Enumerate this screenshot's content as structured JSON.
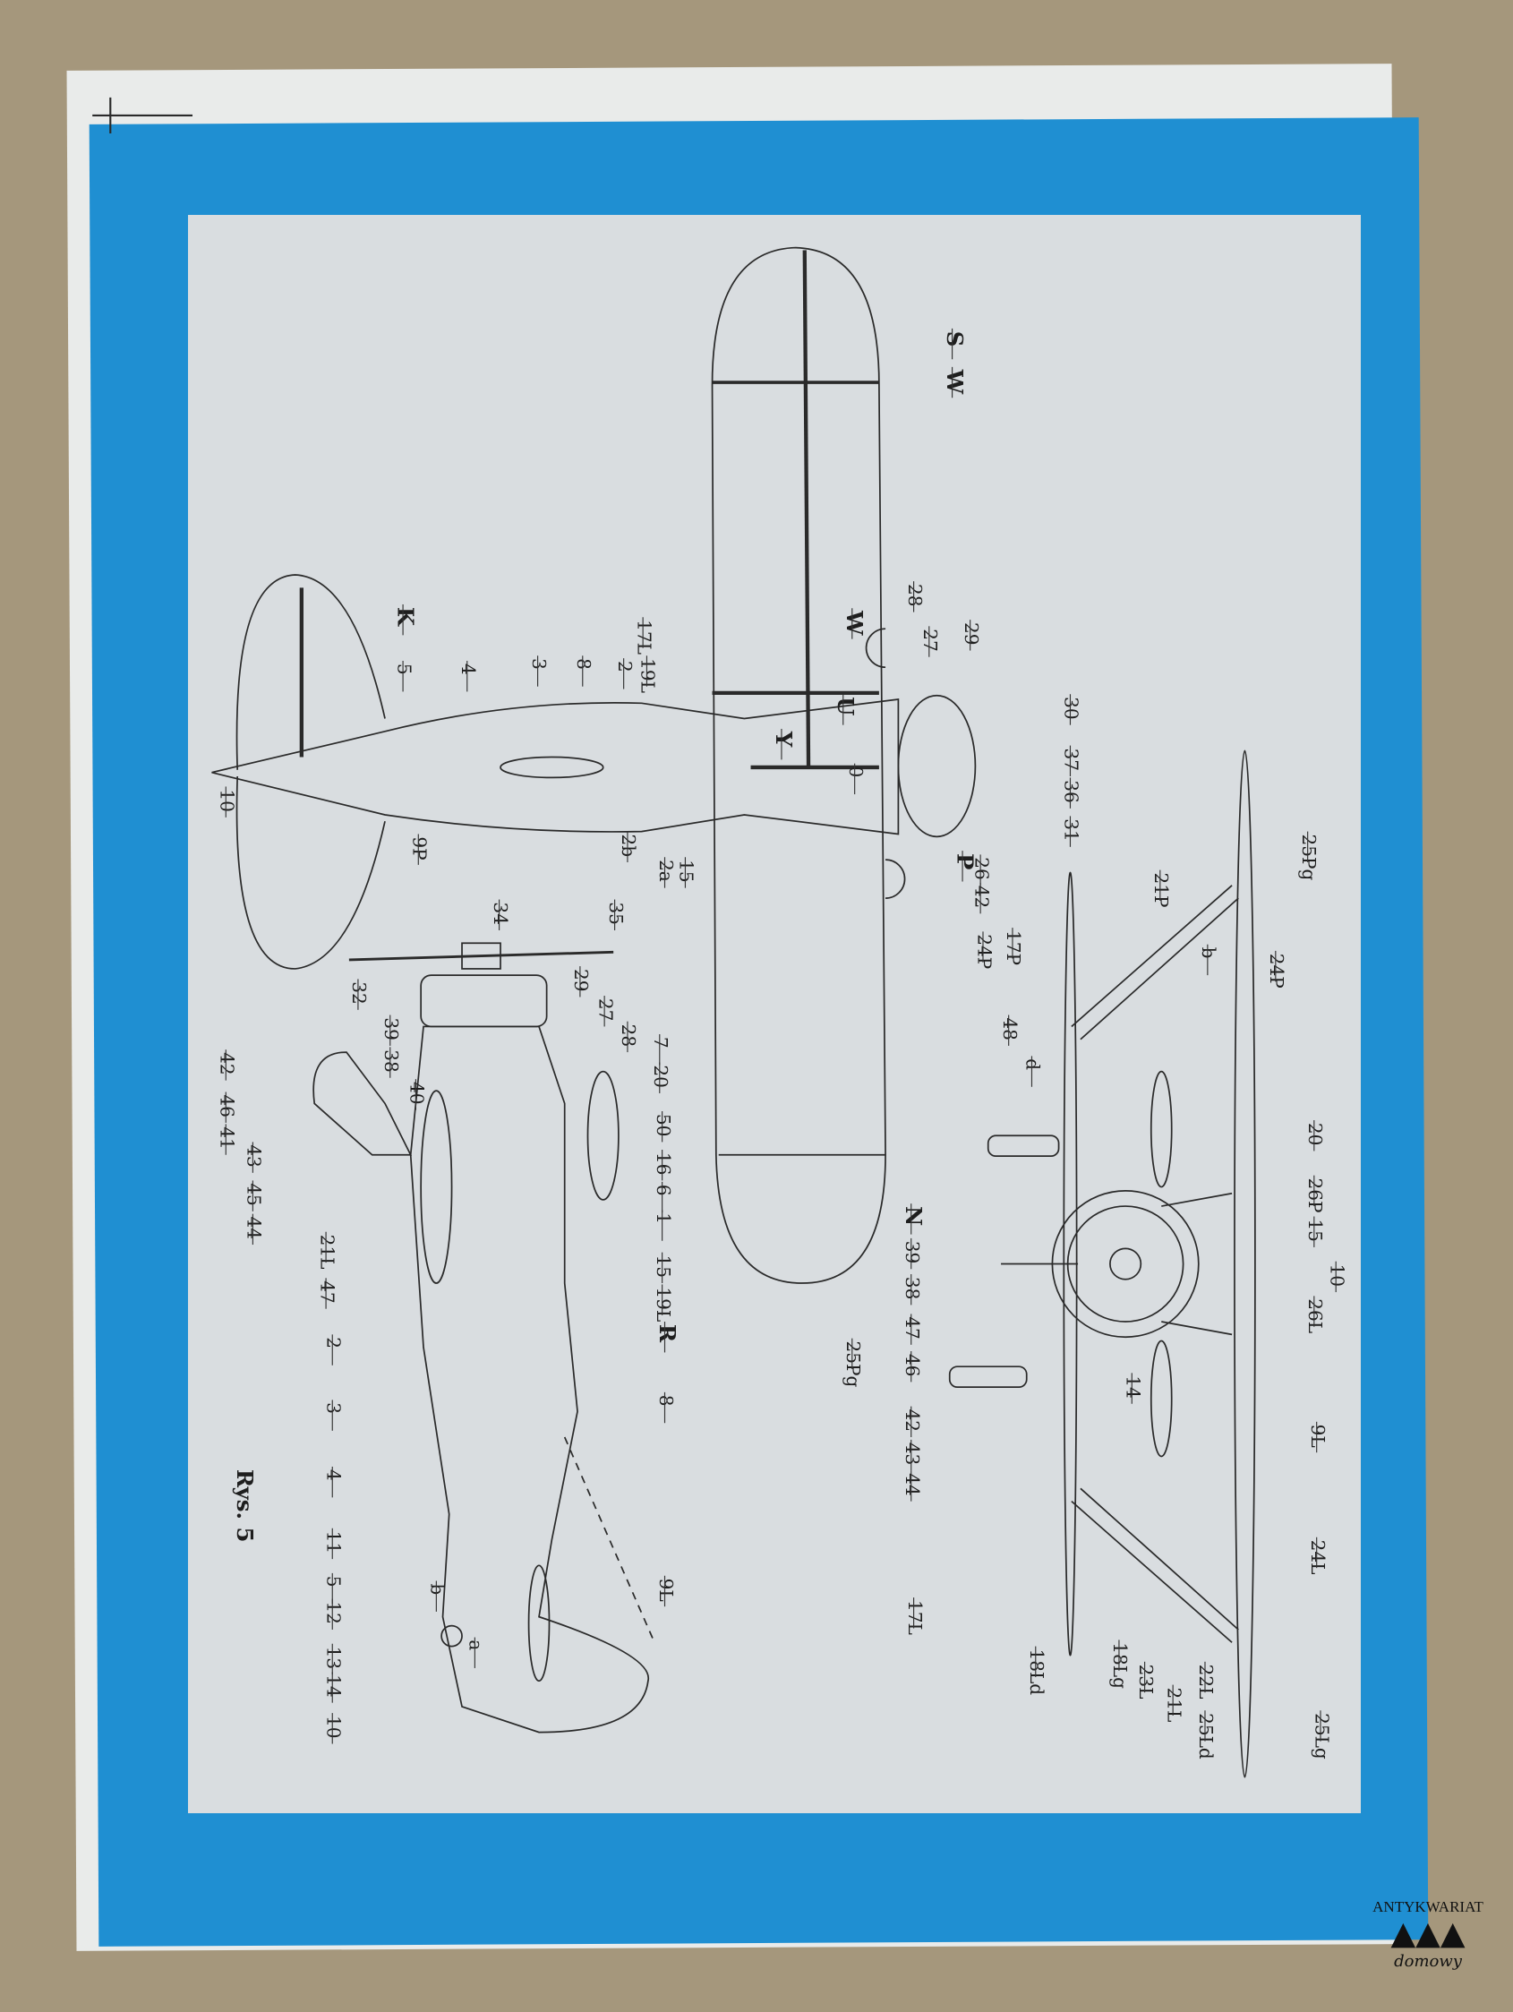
{
  "figure_caption": "Rys. 5",
  "labels": [
    "S",
    "W",
    "28",
    "29",
    "27",
    "W",
    "30",
    "37",
    "36",
    "31",
    "26",
    "42",
    "P",
    "17P",
    "24P",
    "25Pg",
    "Y",
    "U",
    "0",
    "K",
    "5",
    "4",
    "3",
    "8",
    "2",
    "17L",
    "19L",
    "2b",
    "2a",
    "15",
    "10",
    "9P",
    "34",
    "35",
    "32",
    "29",
    "27",
    "39",
    "38",
    "28",
    "7",
    "20",
    "40",
    "50",
    "16",
    "6",
    "1",
    "15",
    "19L",
    "R",
    "8",
    "9L",
    "42",
    "46",
    "41",
    "43",
    "45",
    "44",
    "21L",
    "47",
    "2",
    "3",
    "4",
    "11",
    "5",
    "12",
    "13",
    "14",
    "10",
    "b",
    "a",
    "21P",
    "b",
    "25Pg",
    "24P",
    "48",
    "d",
    "20",
    "26P",
    "15",
    "10",
    "26L",
    "N",
    "39",
    "38",
    "47",
    "46",
    "42",
    "43",
    "44",
    "14",
    "9L",
    "24L",
    "17L",
    "18Ld",
    "18Lg",
    "23L",
    "21L",
    "22L",
    "25Ld",
    "25Lg"
  ],
  "watermark": {
    "line1": "ANTYKWARIAT",
    "line2": "domowy"
  }
}
